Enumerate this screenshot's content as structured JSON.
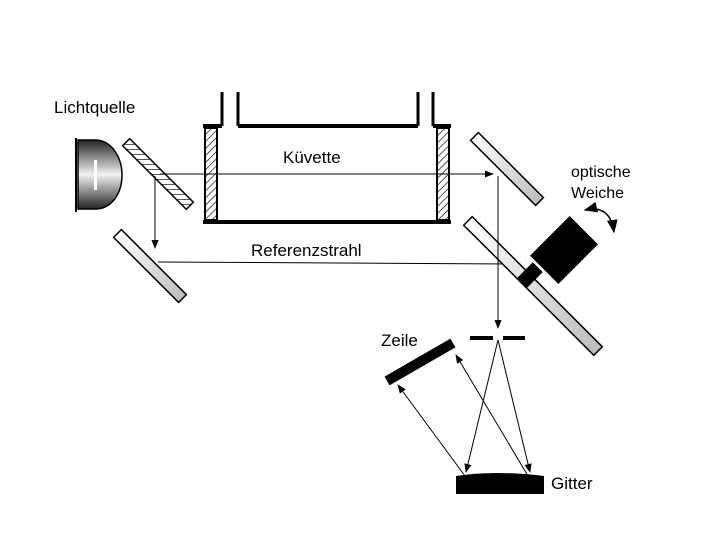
{
  "labels": {
    "light_source": "Lichtquelle",
    "cuvette": "Küvette",
    "reference_beam": "Referenzstrahl",
    "optical_switch_line1": "optische",
    "optical_switch_line2": "Weiche",
    "detector_array": "Zeile",
    "grating": "Gitter"
  },
  "colors": {
    "line": "#000000",
    "mirror_fill": "#ffffff",
    "mirror_shade": "#cfcfcf",
    "background": "#ffffff"
  }
}
